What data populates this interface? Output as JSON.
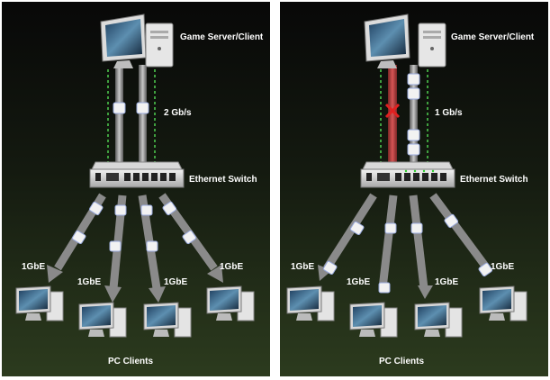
{
  "left_panel": {
    "server_label": "Game Server/Client",
    "link_label": "2 Gb/s",
    "switch_label": "Ethernet Switch",
    "clients_label": "PC Clients",
    "client_links": [
      "1GbE",
      "1GbE",
      "1GbE",
      "1GbE"
    ]
  },
  "right_panel": {
    "server_label": "Game Server/Client",
    "link_label": "1 Gb/s",
    "switch_label": "Ethernet Switch",
    "clients_label": "PC Clients",
    "client_links": [
      "1GbE",
      "1GbE",
      "1GbE",
      "1GbE"
    ]
  },
  "colors": {
    "background_top": "#0a0a0a",
    "background_bottom": "#2a3a1c",
    "cable": "#9a9a9a",
    "failed_link": "#c94040",
    "failure_mark": "#e02020",
    "standby_path": "#3fa03f"
  }
}
